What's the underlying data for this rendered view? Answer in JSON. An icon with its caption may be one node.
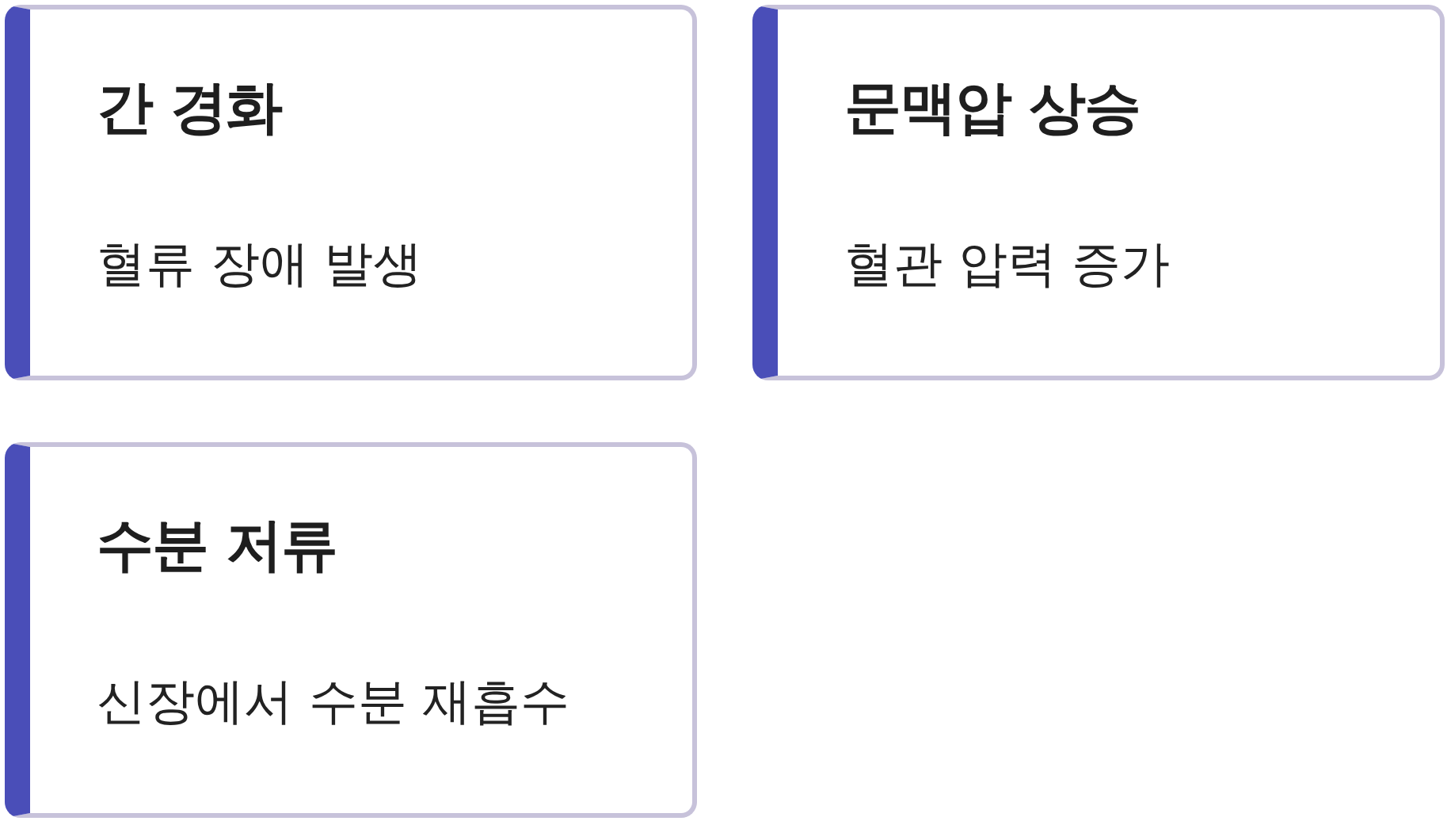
{
  "diagram": {
    "nodes": [
      {
        "text": [
          "간 경화",
          "혈류 장애 발생"
        ]
      },
      {
        "text": [
          "문맥압 상승",
          "혈관 압력 증가"
        ]
      },
      {
        "text": [
          "수분 저류",
          "신장에서 수분 재흡수"
        ]
      }
    ]
  }
}
